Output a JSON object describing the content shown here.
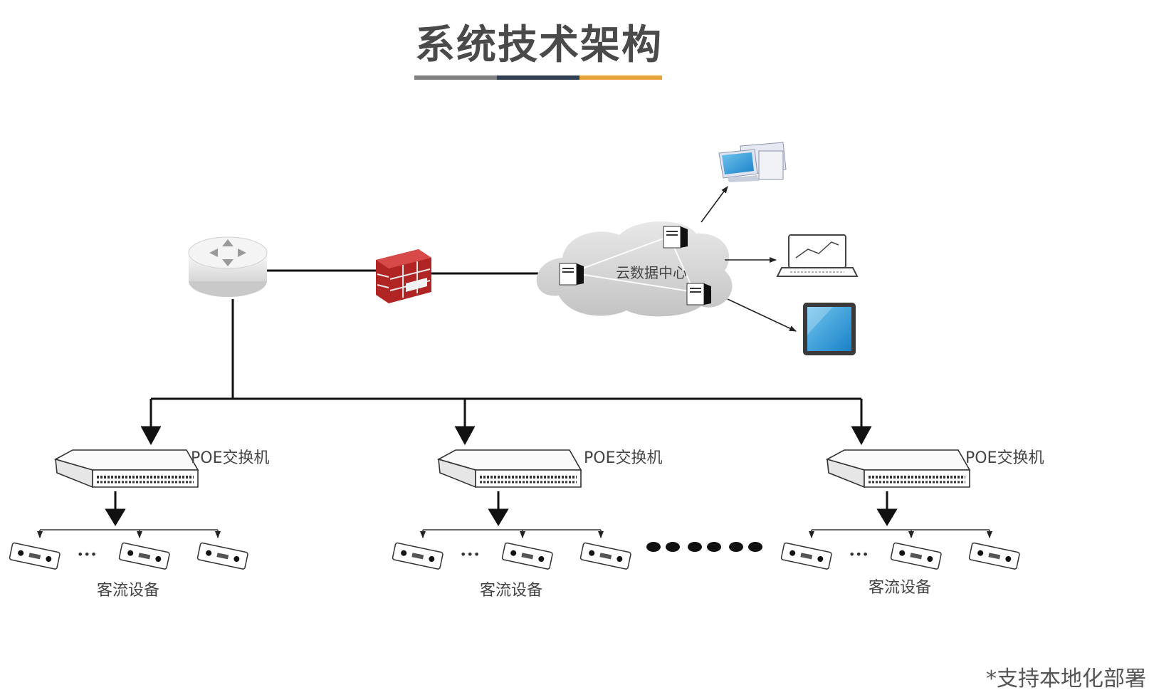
{
  "title": "系统技术架构",
  "underline_colors": [
    "#7f7f7f",
    "#2f3e50",
    "#e8a33a"
  ],
  "cloud_label": "云数据中心",
  "switch_label": "POE交换机",
  "device_group_label": "客流设备",
  "device_ellipsis": "•••",
  "footnote": "*支持本地化部署",
  "icons": {
    "router": "router-icon",
    "firewall": "firewall-icon",
    "cloud": "cloud-icon",
    "desktop": "desktop-computer-icon",
    "laptop": "laptop-icon",
    "tablet": "tablet-icon",
    "switch": "poe-switch-icon",
    "device": "people-counter-device-icon"
  }
}
